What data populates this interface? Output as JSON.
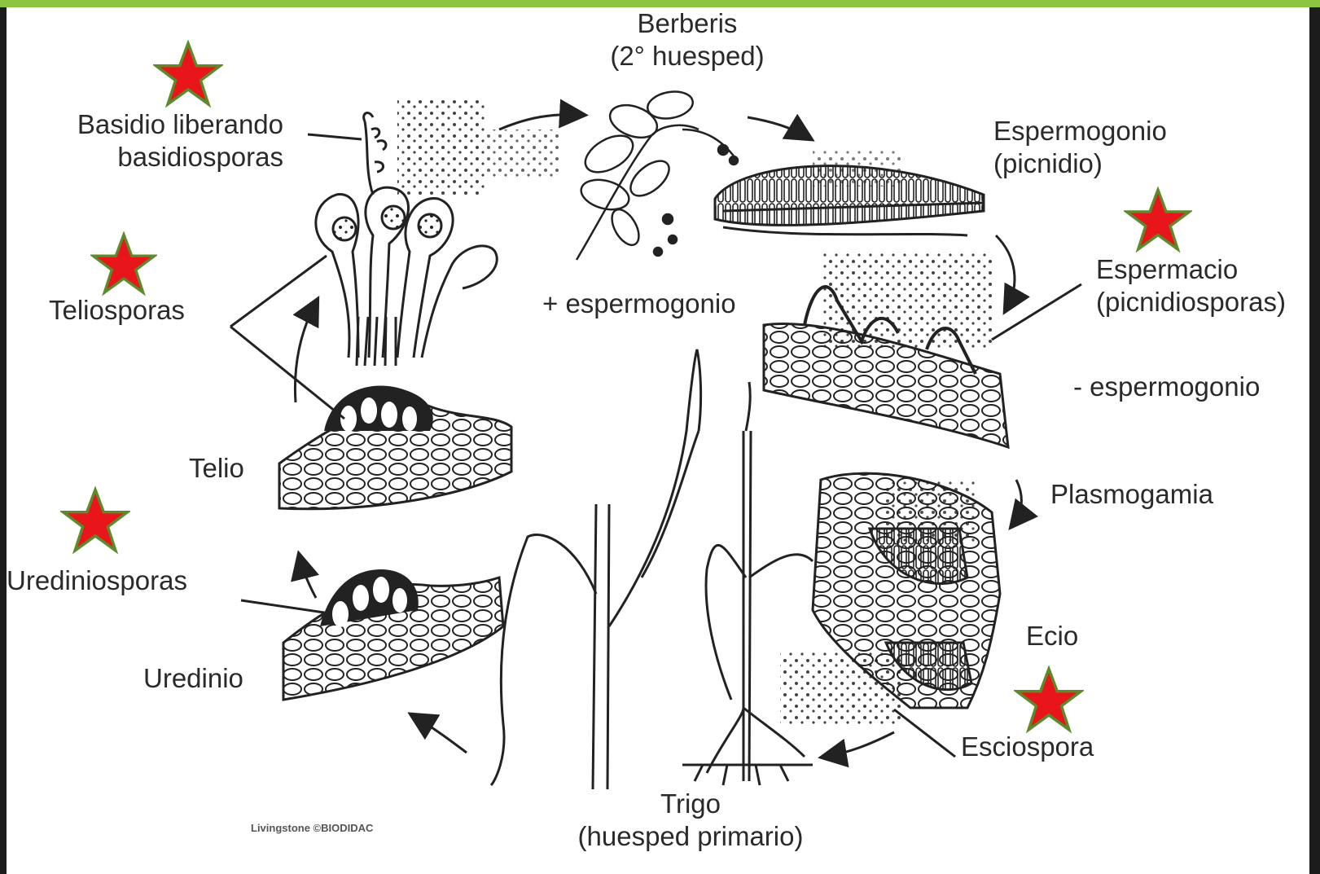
{
  "diagram": {
    "labels": {
      "berberis": "Berberis",
      "berberis_sub": "(2° huesped)",
      "basidio_1": "Basidio liberando",
      "basidio_2": "basidiosporas",
      "espermogonio_1": "Espermogonio",
      "espermogonio_2": "(picnidio)",
      "teliosporas": "Teliosporas",
      "plus_espermogonio": "+ espermogonio",
      "espermacio_1": "Espermacio",
      "espermacio_2": "(picnidiosporas)",
      "minus_espermogonio": "- espermogonio",
      "telio": "Telio",
      "plasmogamia": "Plasmogamia",
      "urediniosporas": "Urediniosporas",
      "ecio": "Ecio",
      "uredinio": "Uredinio",
      "esciospora": "Esciospora",
      "trigo": "Trigo",
      "trigo_sub": "(huesped primario)",
      "credit": "Livingstone ©BIODIDAC"
    },
    "colors": {
      "star_fill": "#e8161b",
      "star_stroke": "#5d8a2b",
      "topbar": "#8cc63f",
      "ink": "#2a2a2a"
    },
    "stars": [
      "star-icon",
      "star-icon",
      "star-icon",
      "star-icon",
      "star-icon"
    ]
  }
}
